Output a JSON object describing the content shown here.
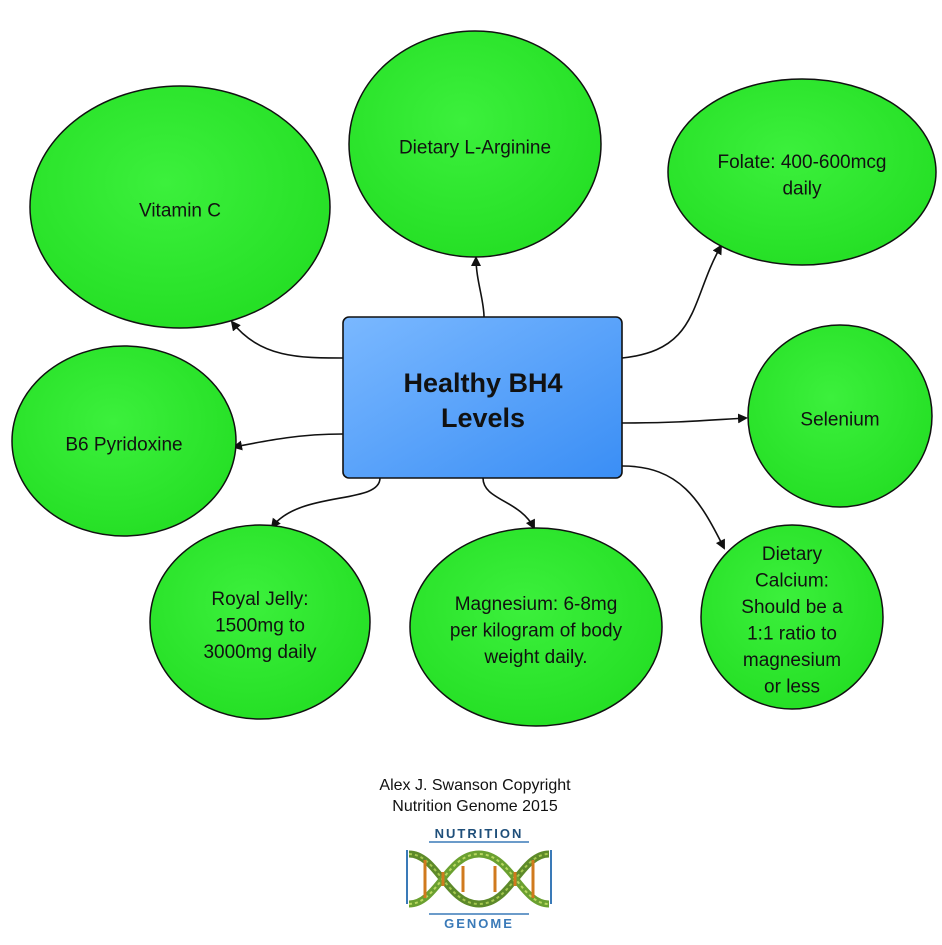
{
  "center": {
    "lines": [
      "Healthy BH4",
      "Levels"
    ]
  },
  "nodes": [
    {
      "id": "vitamin-c",
      "lines": [
        "Vitamin C"
      ]
    },
    {
      "id": "l-arginine",
      "lines": [
        "Dietary L-Arginine"
      ]
    },
    {
      "id": "folate",
      "lines": [
        "Folate: 400-600mcg",
        "daily"
      ]
    },
    {
      "id": "selenium",
      "lines": [
        "Selenium"
      ]
    },
    {
      "id": "b6",
      "lines": [
        "B6 Pyridoxine"
      ]
    },
    {
      "id": "royal-jelly",
      "lines": [
        "Royal Jelly:",
        "1500mg to",
        "3000mg daily"
      ]
    },
    {
      "id": "magnesium",
      "lines": [
        "Magnesium: 6-8mg",
        "per kilogram of body",
        "weight daily."
      ]
    },
    {
      "id": "calcium",
      "lines": [
        "Dietary",
        "Calcium:",
        "Should be a",
        "1:1 ratio to",
        "magnesium",
        "or less"
      ]
    }
  ],
  "footer": {
    "line1": "Alex J. Swanson Copyright",
    "line2": "Nutrition Genome 2015"
  },
  "logo": {
    "top_text": "NUTRITION",
    "bottom_text": "GENOME"
  },
  "colors": {
    "node_fill": "#33ee33",
    "center_fill": "#4d9fff",
    "stroke": "#111111"
  }
}
